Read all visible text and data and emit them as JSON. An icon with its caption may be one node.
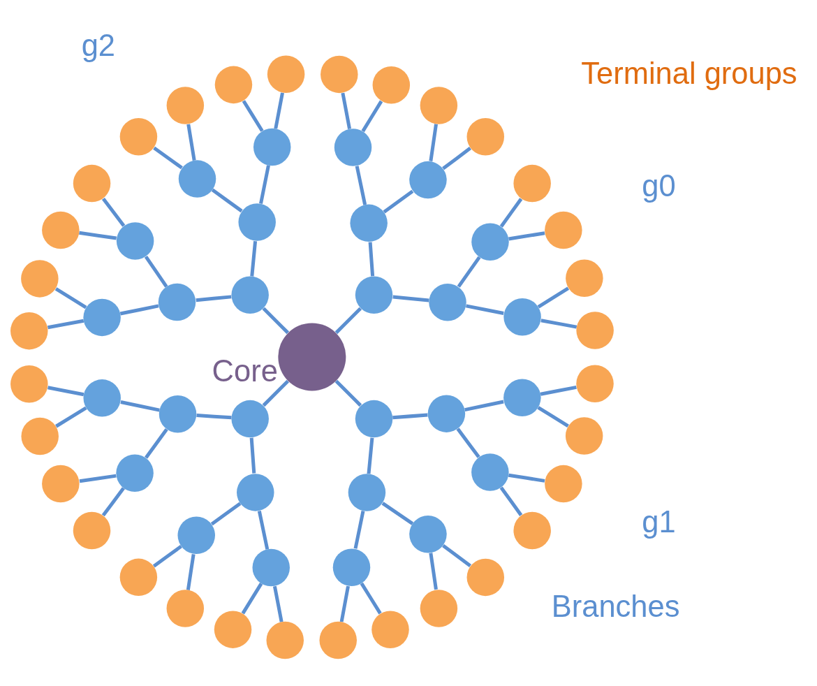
{
  "diagram": {
    "nodes": [
      {
        "text": [],
        "shape": "circle",
        "beside": [
          "Core"
        ]
      },
      {
        "text": [],
        "shape": "circle"
      },
      {
        "text": [],
        "shape": "circle"
      },
      {
        "text": [],
        "shape": "circle"
      },
      {
        "text": [],
        "shape": "circle"
      },
      {
        "text": [],
        "shape": "circle"
      },
      {
        "text": [],
        "shape": "circle"
      },
      {
        "text": [],
        "shape": "circle"
      },
      {
        "text": [],
        "shape": "circle"
      },
      {
        "text": [],
        "shape": "circle"
      },
      {
        "text": [],
        "shape": "circle"
      },
      {
        "text": [],
        "shape": "circle"
      },
      {
        "text": [],
        "shape": "circle"
      },
      {
        "text": [],
        "shape": "circle"
      },
      {
        "text": [],
        "shape": "circle"
      },
      {
        "text": [],
        "shape": "circle"
      },
      {
        "text": [],
        "shape": "circle"
      },
      {
        "text": [],
        "shape": "circle"
      },
      {
        "text": [],
        "shape": "circle"
      },
      {
        "text": [],
        "shape": "circle"
      },
      {
        "text": [],
        "shape": "circle"
      },
      {
        "text": [],
        "shape": "circle"
      },
      {
        "text": [],
        "shape": "circle"
      },
      {
        "text": [],
        "shape": "circle"
      },
      {
        "text": [],
        "shape": "circle"
      },
      {
        "text": [],
        "shape": "circle"
      },
      {
        "text": [],
        "shape": "circle"
      },
      {
        "text": [],
        "shape": "circle"
      },
      {
        "text": [],
        "shape": "circle"
      },
      {
        "text": [],
        "shape": "circle"
      },
      {
        "text": [],
        "shape": "circle"
      },
      {
        "text": [],
        "shape": "circle"
      },
      {
        "text": [],
        "shape": "circle"
      },
      {
        "text": [],
        "shape": "circle"
      },
      {
        "text": [],
        "shape": "circle"
      },
      {
        "text": [],
        "shape": "circle"
      },
      {
        "text": [],
        "shape": "circle"
      },
      {
        "text": [],
        "shape": "circle"
      },
      {
        "text": [],
        "shape": "circle"
      },
      {
        "text": [],
        "shape": "circle"
      },
      {
        "text": [],
        "shape": "circle"
      },
      {
        "text": [],
        "shape": "circle"
      },
      {
        "text": [],
        "shape": "circle"
      },
      {
        "text": [],
        "shape": "circle"
      },
      {
        "text": [],
        "shape": "circle"
      },
      {
        "text": [],
        "shape": "circle"
      },
      {
        "text": [],
        "shape": "circle"
      },
      {
        "text": [],
        "shape": "circle"
      },
      {
        "text": [],
        "shape": "circle"
      },
      {
        "text": [],
        "shape": "circle"
      },
      {
        "text": [],
        "shape": "circle"
      },
      {
        "text": [],
        "shape": "circle"
      },
      {
        "text": [],
        "shape": "circle"
      },
      {
        "text": [],
        "shape": "circle"
      },
      {
        "text": [],
        "shape": "circle"
      },
      {
        "text": [],
        "shape": "circle"
      },
      {
        "text": [],
        "shape": "circle"
      },
      {
        "text": [],
        "shape": "circle"
      },
      {
        "text": [],
        "shape": "circle"
      },
      {
        "text": [],
        "shape": "circle"
      },
      {
        "text": [],
        "shape": "circle"
      }
    ],
    "edges": [
      {
        "from": 0,
        "to": 1,
        "arrow": "none"
      },
      {
        "from": 0,
        "to": 2,
        "arrow": "none"
      },
      {
        "from": 0,
        "to": 3,
        "arrow": "none"
      },
      {
        "from": 0,
        "to": 4,
        "arrow": "none"
      },
      {
        "from": 1,
        "to": 5,
        "arrow": "none"
      },
      {
        "from": 1,
        "to": 6,
        "arrow": "none"
      },
      {
        "from": 2,
        "to": 7,
        "arrow": "none"
      },
      {
        "from": 2,
        "to": 8,
        "arrow": "none"
      },
      {
        "from": 3,
        "to": 9,
        "arrow": "none"
      },
      {
        "from": 3,
        "to": 10,
        "arrow": "none"
      },
      {
        "from": 4,
        "to": 11,
        "arrow": "none"
      },
      {
        "from": 4,
        "to": 12,
        "arrow": "none"
      },
      {
        "from": 5,
        "to": 13,
        "arrow": "none"
      },
      {
        "from": 5,
        "to": 14,
        "arrow": "none"
      },
      {
        "from": 6,
        "to": 15,
        "arrow": "none"
      },
      {
        "from": 6,
        "to": 16,
        "arrow": "none"
      },
      {
        "from": 7,
        "to": 17,
        "arrow": "none"
      },
      {
        "from": 7,
        "to": 18,
        "arrow": "none"
      },
      {
        "from": 8,
        "to": 19,
        "arrow": "none"
      },
      {
        "from": 8,
        "to": 20,
        "arrow": "none"
      },
      {
        "from": 9,
        "to": 21,
        "arrow": "none"
      },
      {
        "from": 9,
        "to": 22,
        "arrow": "none"
      },
      {
        "from": 10,
        "to": 23,
        "arrow": "none"
      },
      {
        "from": 10,
        "to": 24,
        "arrow": "none"
      },
      {
        "from": 11,
        "to": 25,
        "arrow": "none"
      },
      {
        "from": 11,
        "to": 26,
        "arrow": "none"
      },
      {
        "from": 12,
        "to": 27,
        "arrow": "none"
      },
      {
        "from": 12,
        "to": 28,
        "arrow": "none"
      },
      {
        "from": 13,
        "to": 29,
        "arrow": "none"
      },
      {
        "from": 13,
        "to": 30,
        "arrow": "none"
      },
      {
        "from": 14,
        "to": 31,
        "arrow": "none"
      },
      {
        "from": 14,
        "to": 32,
        "arrow": "none"
      },
      {
        "from": 15,
        "to": 33,
        "arrow": "none"
      },
      {
        "from": 15,
        "to": 34,
        "arrow": "none"
      },
      {
        "from": 16,
        "to": 35,
        "arrow": "none"
      },
      {
        "from": 16,
        "to": 36,
        "arrow": "none"
      },
      {
        "from": 17,
        "to": 37,
        "arrow": "none"
      },
      {
        "from": 17,
        "to": 38,
        "arrow": "none"
      },
      {
        "from": 18,
        "to": 39,
        "arrow": "none"
      },
      {
        "from": 18,
        "to": 40,
        "arrow": "none"
      },
      {
        "from": 19,
        "to": 41,
        "arrow": "none"
      },
      {
        "from": 19,
        "to": 42,
        "arrow": "none"
      },
      {
        "from": 20,
        "to": 43,
        "arrow": "none"
      },
      {
        "from": 20,
        "to": 44,
        "arrow": "none"
      },
      {
        "from": 21,
        "to": 45,
        "arrow": "none"
      },
      {
        "from": 21,
        "to": 46,
        "arrow": "none"
      },
      {
        "from": 22,
        "to": 47,
        "arrow": "none"
      },
      {
        "from": 22,
        "to": 48,
        "arrow": "none"
      },
      {
        "from": 23,
        "to": 49,
        "arrow": "none"
      },
      {
        "from": 23,
        "to": 50,
        "arrow": "none"
      },
      {
        "from": 24,
        "to": 51,
        "arrow": "none"
      },
      {
        "from": 24,
        "to": 52,
        "arrow": "none"
      },
      {
        "from": 25,
        "to": 53,
        "arrow": "none"
      },
      {
        "from": 25,
        "to": 54,
        "arrow": "none"
      },
      {
        "from": 26,
        "to": 55,
        "arrow": "none"
      },
      {
        "from": 26,
        "to": 56,
        "arrow": "none"
      },
      {
        "from": 27,
        "to": 57,
        "arrow": "none"
      },
      {
        "from": 27,
        "to": 58,
        "arrow": "none"
      },
      {
        "from": 28,
        "to": 59,
        "arrow": "none"
      },
      {
        "from": 28,
        "to": 60,
        "arrow": "none"
      }
    ],
    "labels": [
      "g2",
      "g1",
      "g0",
      "Branches",
      "Terminal groups"
    ]
  }
}
